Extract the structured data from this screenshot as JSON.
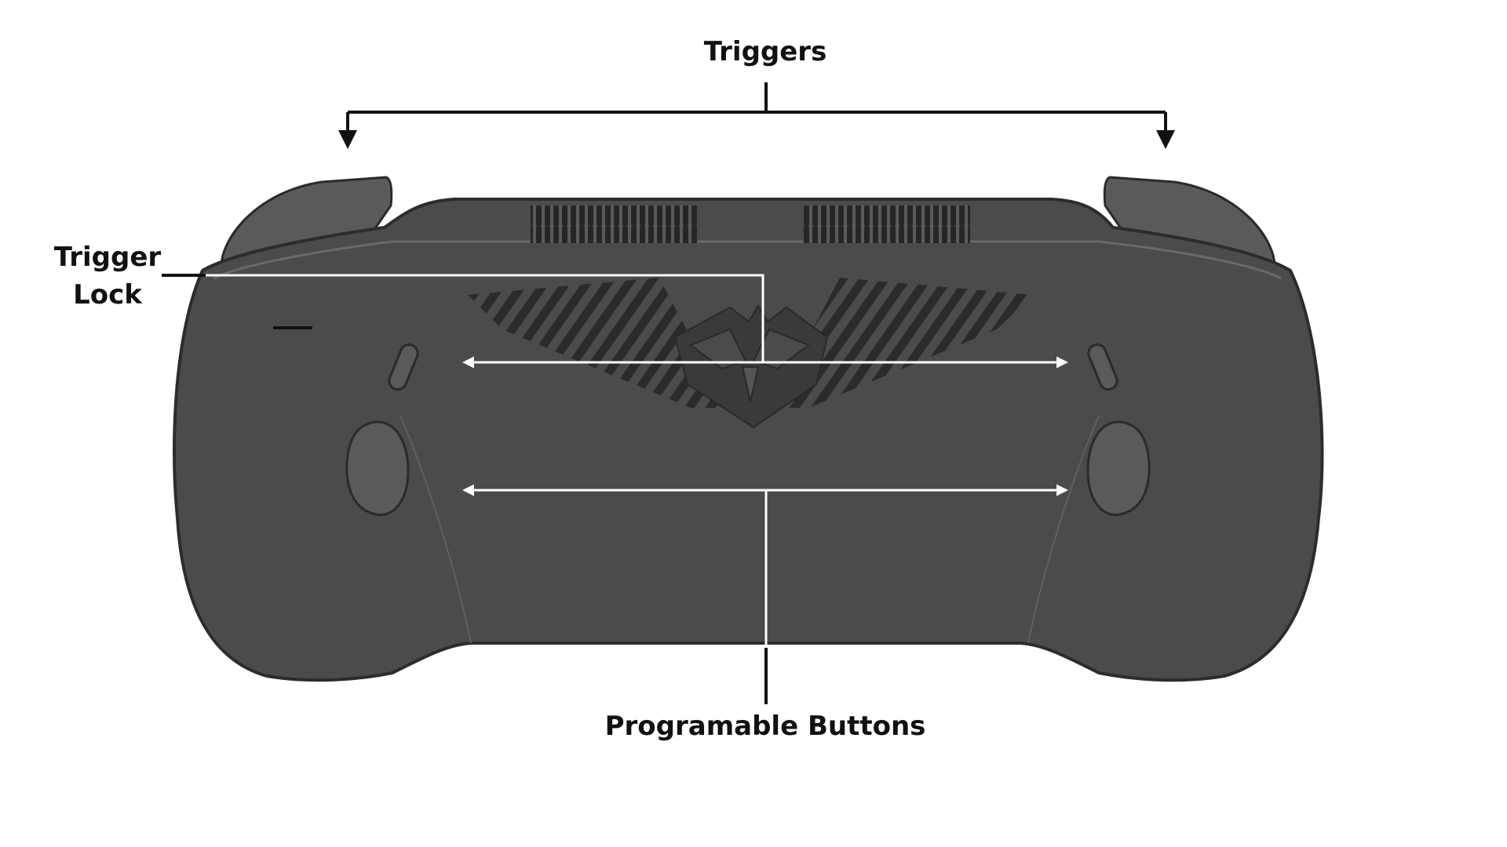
{
  "labels": {
    "triggers": "Triggers",
    "trigger_lock_line1": "Trigger",
    "trigger_lock_line2": "Lock",
    "programmable_buttons": "Programable Buttons"
  },
  "colors": {
    "body_fill": "#4b4b4b",
    "body_edge": "#2c2c2c",
    "body_highlight": "#6a6a6a",
    "vent": "#2a2a2a",
    "callout_dark": "#111111",
    "callout_light": "#ffffff",
    "background": "#ffffff"
  },
  "icons": {
    "logo": "owl-logo-icon"
  }
}
